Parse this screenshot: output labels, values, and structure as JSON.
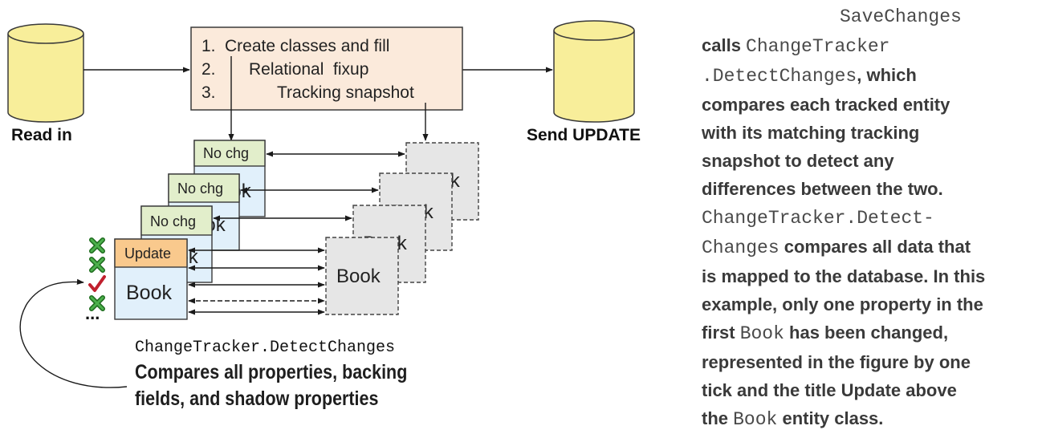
{
  "db_left": {
    "label": "Read in"
  },
  "db_right": {
    "label": "Send UPDATE"
  },
  "process_box": {
    "steps": [
      {
        "num": "1.",
        "text": "Create classes and fill"
      },
      {
        "num": "2.",
        "text": "Relational  fixup"
      },
      {
        "num": "3.",
        "text": "Tracking snapshot"
      }
    ]
  },
  "entities": [
    {
      "header": "No chg",
      "body": "Book",
      "status": "unchanged"
    },
    {
      "header": "No chg",
      "body": "Book",
      "status": "unchanged"
    },
    {
      "header": "No chg",
      "body": "Book",
      "status": "unchanged"
    },
    {
      "header": "Update",
      "body": "Book",
      "status": "modified"
    }
  ],
  "snapshots": [
    {
      "label": "Book"
    },
    {
      "label": "Book"
    },
    {
      "label": "Book"
    },
    {
      "label": "Book"
    }
  ],
  "property_checks": [
    "cross",
    "cross",
    "tick",
    "cross"
  ],
  "property_ellipsis": "...",
  "detect_changes_label": "ChangeTracker.DetectChanges",
  "caption": {
    "line1": "Compares all properties, backing",
    "line2": "fields, and shadow properties"
  },
  "side_text": {
    "l1_code": "SaveChanges",
    "l2_pre": "calls ",
    "l2_code": "ChangeTracker",
    "l3_code": ".DetectChanges",
    "l3_post": ", which",
    "l4": "compares each tracked entity",
    "l5": "with its matching tracking",
    "l6": "snapshot to detect any",
    "l7": "differences between the two.",
    "l8_code": "ChangeTracker.Detect-",
    "l9_code": "Changes",
    "l9_post": " compares all data that",
    "l10": "is mapped to the database. In this",
    "l11": "example, only one property in the",
    "l12_pre": "first ",
    "l12_code": "Book",
    "l12_post": " has been changed,",
    "l13": "represented in the figure by one",
    "l14": "tick and the title Update above",
    "l15_pre": "the ",
    "l15_code": "Book",
    "l15_post": " entity class."
  },
  "colors": {
    "database_fill": "#f8ee9a",
    "process_fill": "#fbeadb",
    "entity_header_fill": "#e2eecb",
    "entity_update_fill": "#f9c98d",
    "entity_body_fill": "#e1f0fb",
    "snapshot_fill": "#e6e6e6",
    "cross_color": "#3a9a3a",
    "tick_color": "#c0202e"
  }
}
